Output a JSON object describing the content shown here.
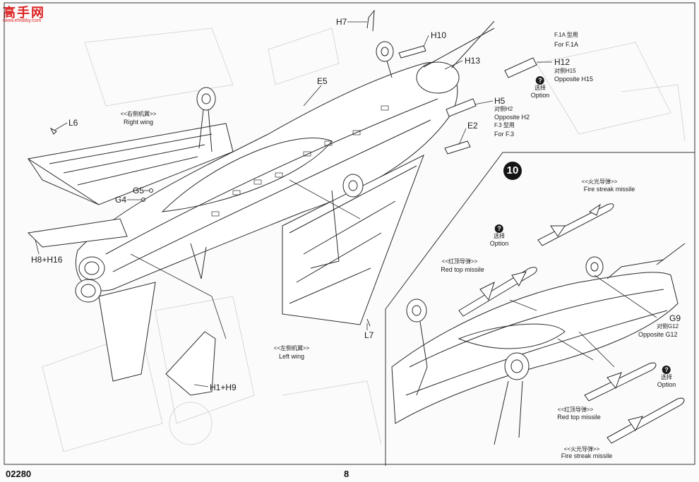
{
  "logo": {
    "text": "高手网",
    "url": "www.ehobby.com"
  },
  "footer": {
    "code": "02280",
    "page": "8"
  },
  "step_number": "10",
  "parts": {
    "H7": "H7",
    "H10": "H10",
    "H13": "H13",
    "H12": "H12",
    "H5": "H5",
    "E2": "E2",
    "E5": "E5",
    "L6": "L6",
    "G5": "G5",
    "G4": "G4",
    "H8_H16": "H8+H16",
    "L7": "L7",
    "H1_H9": "H1+H9",
    "G9": "G9"
  },
  "notes": {
    "f1a_cn": "F.1A 型用",
    "f1a_en": "For F.1A",
    "opp_h15_cn": "对侧H15",
    "opp_h15_en": "Opposite H15",
    "opp_h2_cn": "对侧H2",
    "opp_h2_en": "Opposite H2",
    "f3_cn": "F.3 型用",
    "f3_en": "For F.3",
    "opp_g12_cn": "对侧G12",
    "opp_g12_en": "Opposite G12"
  },
  "wings": {
    "right_cn": "<<右侧机翼>>",
    "right_en": "Right wing",
    "left_cn": "<<左侧机翼>>",
    "left_en": "Left wing"
  },
  "missiles": {
    "fire_cn": "<<火光导弹>>",
    "fire_en": "Fire streak missile",
    "red_cn": "<<红顶导弹>>",
    "red_en": "Red top missile",
    "red2_cn": "<<红顶导弹>>",
    "red2_en": "Red top missile",
    "fire2_cn": "<<火光导弹>>",
    "fire2_en": "Fire streak missile"
  },
  "option": {
    "cn": "选择",
    "en": "Option"
  }
}
